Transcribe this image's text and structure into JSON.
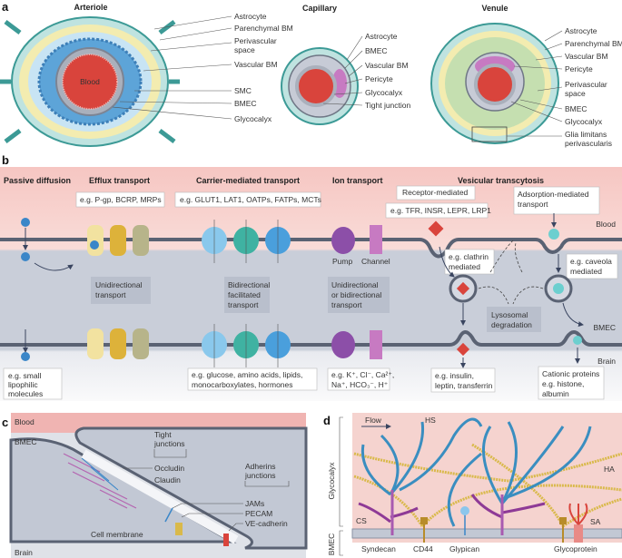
{
  "panel_a": {
    "letter": "a",
    "arteriole": {
      "title": "Arteriole",
      "center": "Blood",
      "labels": [
        "Astrocyte",
        "Parenchymal BM",
        "Perivascular",
        "space",
        "Vascular BM",
        "SMC",
        "BMEC",
        "Glycocalyx"
      ]
    },
    "capillary": {
      "title": "Capillary",
      "labels": [
        "Astrocyte",
        "BMEC",
        "Vascular BM",
        "Pericyte",
        "Glycocalyx",
        "Tight junction"
      ]
    },
    "venule": {
      "title": "Venule",
      "labels": [
        "Astrocyte",
        "Parenchymal BM",
        "Vascular BM",
        "Pericyte",
        "Perivascular",
        "space",
        "BMEC",
        "Glycocalyx",
        "Glia limitans",
        "perivascularis"
      ]
    }
  },
  "panel_b": {
    "letter": "b",
    "headers": [
      "Passive diffusion",
      "Efflux transport",
      "Carrier-mediated transport",
      "Ion transport",
      "Vesicular transcytosis"
    ],
    "efflux_examples": "e.g. P-gp, BCRP, MRPs",
    "carrier_examples": "e.g. GLUT1, LAT1, OATPs, FATPs, MCTs",
    "receptor_mediated": "Receptor-mediated",
    "receptor_examples": "e.g. TFR, INSR, LEPR, LRP1",
    "adsorption": [
      "Adsorption-mediated",
      "transport"
    ],
    "clathrin": [
      "e.g. clathrin",
      "mediated"
    ],
    "caveola": [
      "e.g. caveola",
      "mediated"
    ],
    "pump": "Pump",
    "channel": "Channel",
    "efflux_note": [
      "Unidirectional",
      "transport"
    ],
    "carrier_note": [
      "Bidirectional",
      "facilitated",
      "transport"
    ],
    "ion_note": [
      "Unidirectional",
      "or bidirectional",
      "transport"
    ],
    "lysosomal": [
      "Lysosomal",
      "degradation"
    ],
    "side_labels": {
      "blood": "Blood",
      "bmec": "BMEC",
      "brain": "Brain"
    },
    "passive_examples": [
      "e.g. small",
      "lipophilic",
      "molecules"
    ],
    "carrier_substrates": [
      "e.g. glucose, amino acids, lipids,",
      "monocarboxylates, hormones"
    ],
    "ion_examples": [
      "e.g. K⁺, Cl⁻, Ca²⁺,",
      "Na⁺, HCO₃⁻, H⁺"
    ],
    "receptor_ligands": [
      "e.g. insulin,",
      "leptin, transferrin"
    ],
    "cationic": [
      "Cationic proteins",
      "e.g. histone,",
      "albumin"
    ]
  },
  "panel_c": {
    "letter": "c",
    "blood": "Blood",
    "bmec": "BMEC",
    "brain": "Brain",
    "tight": [
      "Tight",
      "junctions"
    ],
    "occludin": "Occludin",
    "claudin": "Claudin",
    "adherins": [
      "Adherins",
      "junctions"
    ],
    "jams": "JAMs",
    "pecam": "PECAM",
    "ve": "VE-cadherin",
    "membrane": "Cell membrane"
  },
  "panel_d": {
    "letter": "d",
    "flow": "Flow",
    "hs": "HS",
    "ha": "HA",
    "cs": "CS",
    "sa": "SA",
    "glycocalyx": "Glycocalyx",
    "bmec": "BMEC",
    "syndecan": "Syndecan",
    "cd44": "CD44",
    "glypican": "Glypican",
    "glycoprotein": "Glycoprotein"
  },
  "colors": {
    "blood": "#f4c4c0",
    "astrocyte": "#bfe3e0",
    "astro_stroke": "#3c9a96",
    "parenchymal": "#f3ecb0",
    "perivascular": "#c8e4f4",
    "smc": "#5da4d8",
    "red": "#d9443c",
    "cell": "#c9ced9",
    "hs": "#3a8ec0",
    "ha": "#d9b94a",
    "cs": "#8e3a96"
  }
}
